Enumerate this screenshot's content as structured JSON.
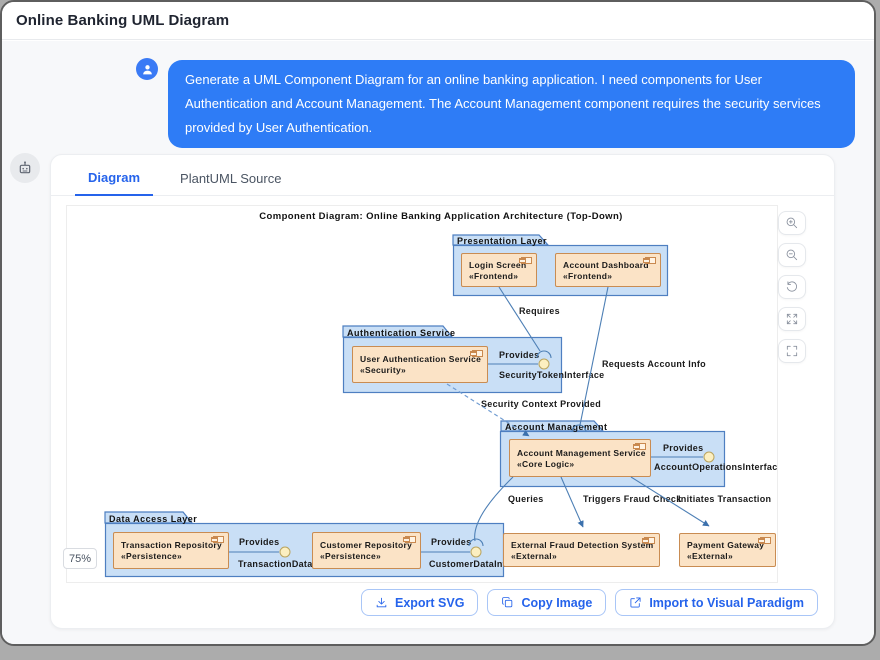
{
  "header": {
    "title": "Online Banking UML Diagram"
  },
  "chat": {
    "user_message": "Generate a UML Component Diagram for an online banking application. I need components for User Authentication and Account Management. The Account Management component requires the security services provided by User Authentication."
  },
  "panel": {
    "tabs": [
      {
        "label": "Diagram"
      },
      {
        "label": "PlantUML Source"
      }
    ],
    "zoom_level": "75%",
    "actions": [
      {
        "label": "Export SVG"
      },
      {
        "label": "Copy Image"
      },
      {
        "label": "Import to Visual Paradigm"
      }
    ]
  },
  "diagram": {
    "title": "Component Diagram: Online Banking Application Architecture (Top-Down)",
    "packages": [
      {
        "name": "Presentation Layer"
      },
      {
        "name": "Authentication Service"
      },
      {
        "name": "Account Management"
      },
      {
        "name": "Data Access Layer"
      }
    ],
    "components": {
      "login": {
        "name": "Login Screen",
        "stereotype": "«Frontend»"
      },
      "dashboard": {
        "name": "Account Dashboard",
        "stereotype": "«Frontend»"
      },
      "auth": {
        "name": "User Authentication Service",
        "stereotype": "«Security»"
      },
      "account": {
        "name": "Account Management Service",
        "stereotype": "«Core Logic»"
      },
      "transaction_repo": {
        "name": "Transaction Repository",
        "stereotype": "«Persistence»"
      },
      "customer_repo": {
        "name": "Customer Repository",
        "stereotype": "«Persistence»"
      },
      "fraud": {
        "name": "External Fraud Detection System",
        "stereotype": "«External»"
      },
      "gateway": {
        "name": "Payment Gateway",
        "stereotype": "«External»"
      }
    },
    "interfaces": {
      "security_token": {
        "label": "Provides",
        "name": "SecurityTokenInterface"
      },
      "account_ops": {
        "label": "Provides",
        "name": "AccountOperationsInterface"
      },
      "transaction_data": {
        "label": "Provides",
        "name": "TransactionDataInterface"
      },
      "customer_data": {
        "label": "Provides",
        "name": "CustomerDataInterface"
      }
    },
    "edges": {
      "requires": "Requires",
      "requests_account_info": "Requests Account Info",
      "security_context": "Security Context Provided",
      "queries": "Queries",
      "triggers_fraud_check": "Triggers Fraud Check",
      "initiates_transaction": "Initiates Transaction"
    }
  },
  "colors": {
    "accent": "#2563eb",
    "bubble": "#2e7cf6",
    "package_fill": "#c9dff6",
    "package_border": "#4e7fc1",
    "component_fill": "#fbe3c6",
    "component_border": "#c98c52",
    "line": "#4d7fb5",
    "lollipop_fill": "#fcefc0"
  }
}
